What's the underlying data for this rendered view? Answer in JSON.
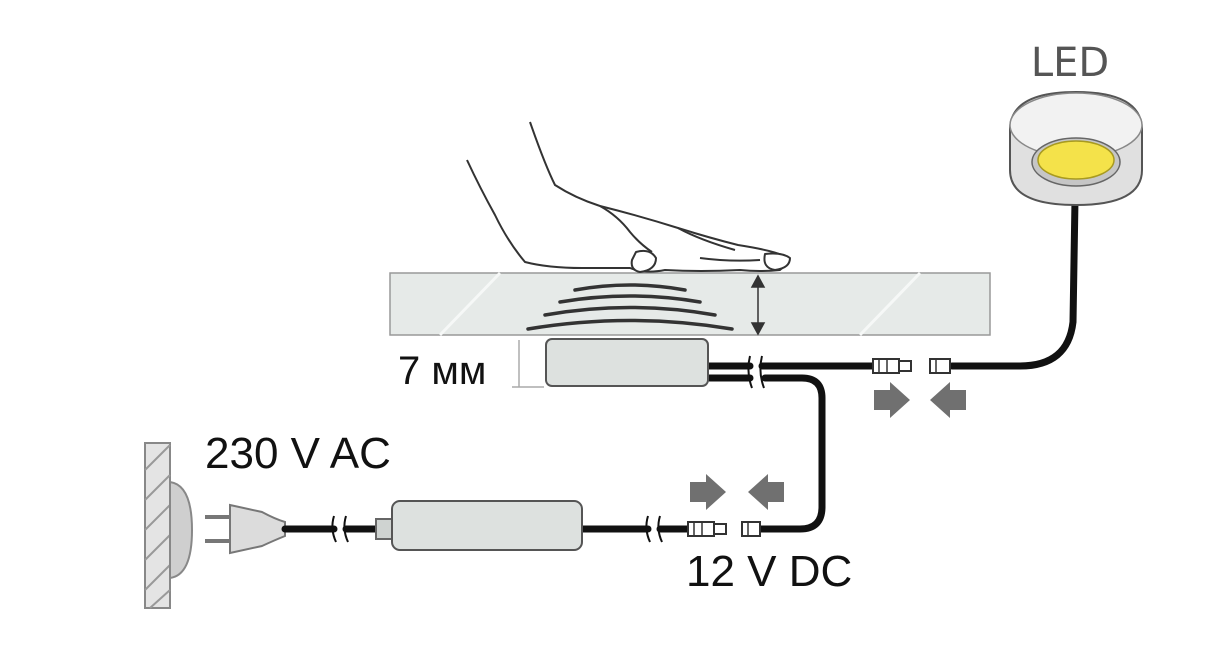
{
  "labels": {
    "led": "LED",
    "thickness": "7 мм",
    "mains": "230 V AC",
    "low_voltage": "12 V DC"
  },
  "colors": {
    "panel_fill": "#e6eae8",
    "device_fill": "#dde1df",
    "cable": "#111111",
    "arrow": "#707070",
    "led_light": "#f4e24a",
    "wall_fill": "#e4e4e4"
  },
  "icons": {
    "hand": "hand-icon",
    "sensor_waves": "sensor-waves-icon",
    "led_lamp": "led-lamp-icon",
    "plug": "plug-icon",
    "socket": "wall-socket-icon",
    "arrows": "connect-arrow-icon"
  }
}
